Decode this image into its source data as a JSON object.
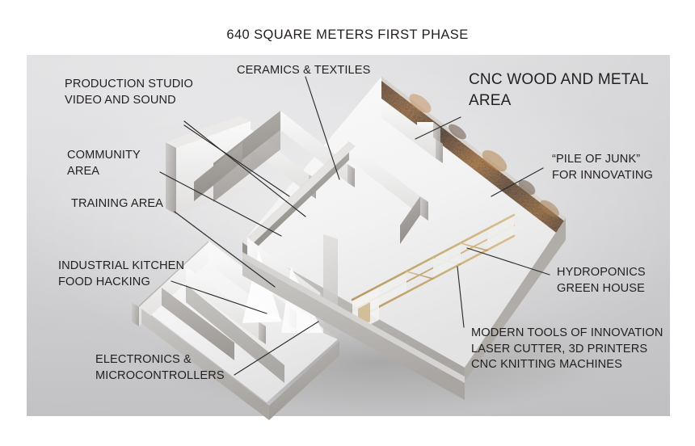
{
  "figure": {
    "title": "640 SQUARE METERS FIRST PHASE",
    "type": "annotated-3d-floorplan",
    "text_color": "#231f20",
    "background_color": "#ffffff",
    "panel_color": "#d9d9db"
  },
  "labels": {
    "production_studio": "PRODUCTION STUDIO\nVIDEO AND SOUND",
    "ceramics_textiles": "CERAMICS & TEXTILES",
    "cnc_wood_metal": "CNC WOOD AND METAL\nAREA",
    "community_area": "COMMUNITY\nAREA",
    "pile_of_junk": "“PILE OF JUNK”\nFOR INNOVATING",
    "training_area": "TRAINING AREA",
    "industrial_kitchen": "INDUSTRIAL KITCHEN\nFOOD HACKING",
    "hydroponics": "HYDROPONICS\nGREEN HOUSE",
    "electronics": "ELECTRONICS &\nMICROCONTROLLERS",
    "modern_tools": "MODERN TOOLS OF INNOVATION\nLASER CUTTER, 3D PRINTERS\nCNC KNITTING MACHINES"
  },
  "model": {
    "description": "Isometric white architectural massing model of a two-wing makerspace floor plate",
    "wall_color_light": "#f2f2f2",
    "wall_color_mid": "#c9c7c5",
    "wall_color_shadow": "#98948f",
    "floor_color": "#f7f7f7",
    "rust_wall_color": "#8d6a4e",
    "rust_wall_accent": "#b9835a",
    "greenhouse_frame_color": "#c3a878",
    "leader_line_color": "#2b2b2b"
  }
}
